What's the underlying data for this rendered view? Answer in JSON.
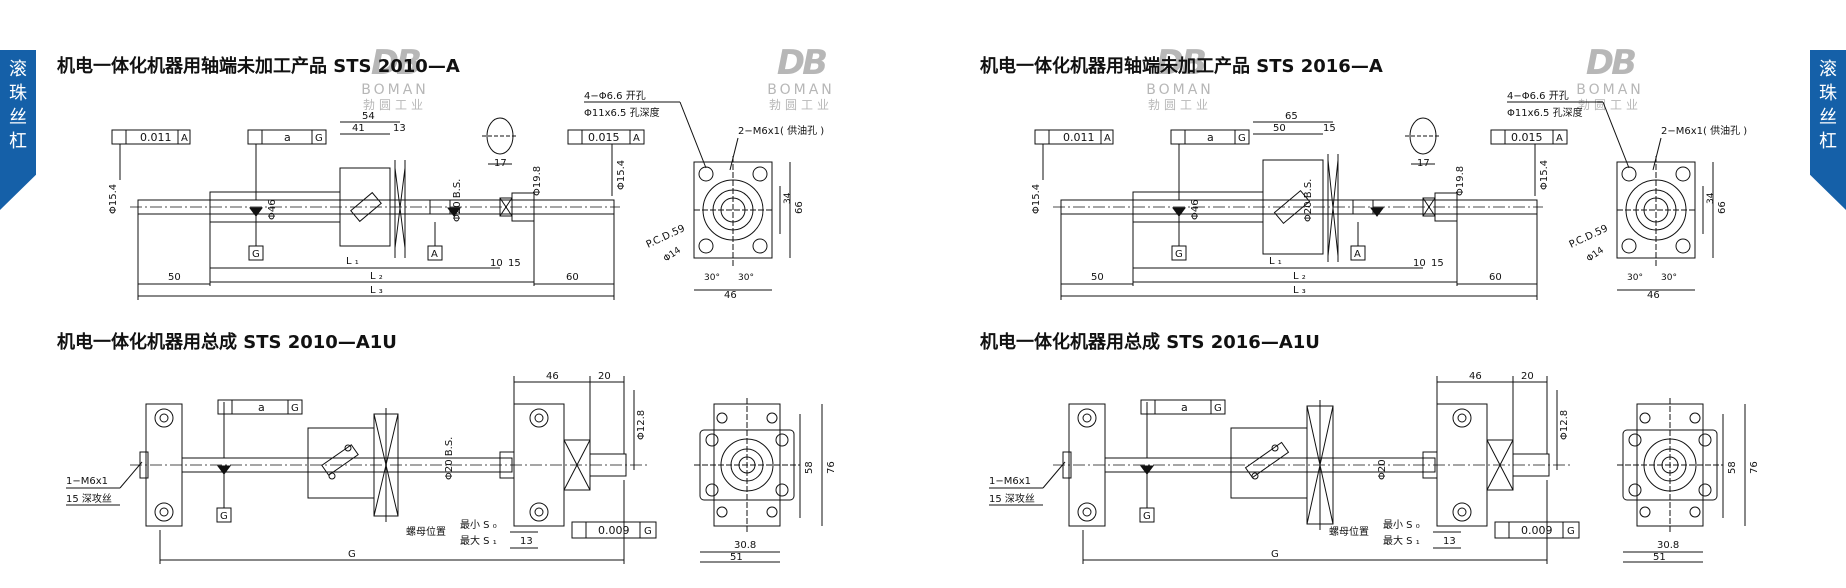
{
  "side_tab_text": [
    "滚",
    "珠",
    "丝",
    "杠"
  ],
  "watermark": {
    "logo": "DB",
    "brand": "BOMAN",
    "cn": "勃圆工业"
  },
  "panels": [
    {
      "title": "机电一体化机器用轴端未加工产品  STS 2010—A",
      "dims": {
        "tol_left": "0.011",
        "tol_left_ref": "A",
        "tol_mid_val": "a",
        "tol_mid_ref": "G",
        "tol_right": "0.015",
        "tol_right_ref": "A",
        "d54": "54",
        "d41": "41",
        "d13": "13",
        "shaft_dia": "Φ15.4",
        "nut_dia": "Φ46",
        "screw_dia": "Φ20 B.S.",
        "d198": "Φ19.8",
        "d17": "17",
        "d50": "50",
        "d60": "60",
        "d10": "10",
        "d15": "15",
        "L1": "L ₁",
        "L2": "L ₂",
        "L3": "L ₃",
        "hole_note": "4−Φ6.6 开孔",
        "cbore_note": "Φ11x6.5 孔深度",
        "oil_note": "2−M6x1( 供油孔 )",
        "pcd": "P.C.D.59",
        "d14": "Φ14",
        "ang30a": "30°",
        "ang30b": "30°",
        "d46w": "46",
        "d34": "34",
        "d66": "66",
        "datum_g": "G",
        "datum_a": "A"
      }
    },
    {
      "title": "机电一体化机器用轴端未加工产品  STS 2016—A",
      "dims": {
        "tol_left": "0.011",
        "tol_left_ref": "A",
        "tol_mid_val": "a",
        "tol_mid_ref": "G",
        "tol_right": "0.015",
        "tol_right_ref": "A",
        "d54": "65",
        "d41": "50",
        "d13": "15",
        "shaft_dia": "Φ15.4",
        "nut_dia": "Φ46",
        "screw_dia": "Φ20 B.S.",
        "d198": "Φ19.8",
        "d17": "17",
        "d50": "50",
        "d60": "60",
        "d10": "10",
        "d15": "15",
        "L1": "L ₁",
        "L2": "L ₂",
        "L3": "L ₃",
        "hole_note": "4−Φ6.6 开孔",
        "cbore_note": "Φ11x6.5 孔深度",
        "oil_note": "2−M6x1( 供油孔 )",
        "pcd": "P.C.D.59",
        "d14": "Φ14",
        "ang30a": "30°",
        "ang30b": "30°",
        "d46w": "46",
        "d34": "34",
        "d66": "66",
        "datum_g": "G",
        "datum_a": "A"
      }
    },
    {
      "title": "机电一体化机器用总成 STS 2010—A1U",
      "dims": {
        "tap": "1−M6x1",
        "tap_depth": "15 深攻丝",
        "tol_mid_val": "a",
        "tol_mid_ref": "G",
        "screw_dia": "Φ20 B.S.",
        "nut_pos": "螺母位置",
        "s_min": "最小 S ₀",
        "s_max": "最大 S ₁",
        "d13": "13",
        "d46": "46",
        "d20": "20",
        "d128": "Φ12.8",
        "tol_val": "0.009",
        "tol_ref": "G",
        "G": "G",
        "datum_g": "G",
        "d58": "58",
        "d76": "76",
        "d51": "51",
        "d308": "30.8"
      }
    },
    {
      "title": "机电一体化机器用总成 STS 2016—A1U",
      "dims": {
        "tap": "1−M6x1",
        "tap_depth": "15 深攻丝",
        "tol_mid_val": "a",
        "tol_mid_ref": "G",
        "screw_dia": "Φ20",
        "nut_pos": "螺母位置",
        "s_min": "最小 S ₀",
        "s_max": "最大 S ₁",
        "d13": "13",
        "d46": "46",
        "d20": "20",
        "d128": "Φ12.8",
        "tol_val": "0.009",
        "tol_ref": "G",
        "G": "G",
        "datum_g": "G",
        "d58": "58",
        "d76": "76",
        "d51": "51",
        "d308": "30.8"
      }
    }
  ]
}
